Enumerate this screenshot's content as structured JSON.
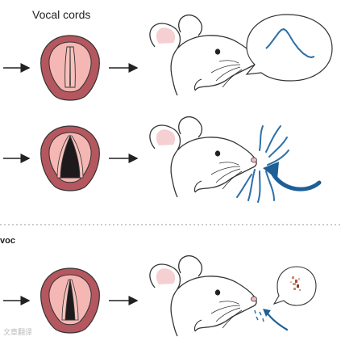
{
  "header": {
    "title": "Vocal cords"
  },
  "section_label": "voc",
  "watermark": "文章翻译",
  "colors": {
    "larynx_outer": "#b5575f",
    "larynx_inner": "#f4b7b4",
    "cord": "#f7c1bc",
    "glottis_dark": "#1e1a1b",
    "airflow_blue": "#2e6fa7",
    "ear_pink": "#f6cfd2",
    "line": "#333333"
  },
  "rows": [
    {
      "id": "row-1",
      "glottis": "narrow",
      "output": "speech-bubble-waveform"
    },
    {
      "id": "row-2",
      "glottis": "open",
      "output": "airflow-arrows"
    },
    {
      "id": "row-3",
      "glottis": "partly-open",
      "output": "small-bubble-with-airflow"
    }
  ]
}
